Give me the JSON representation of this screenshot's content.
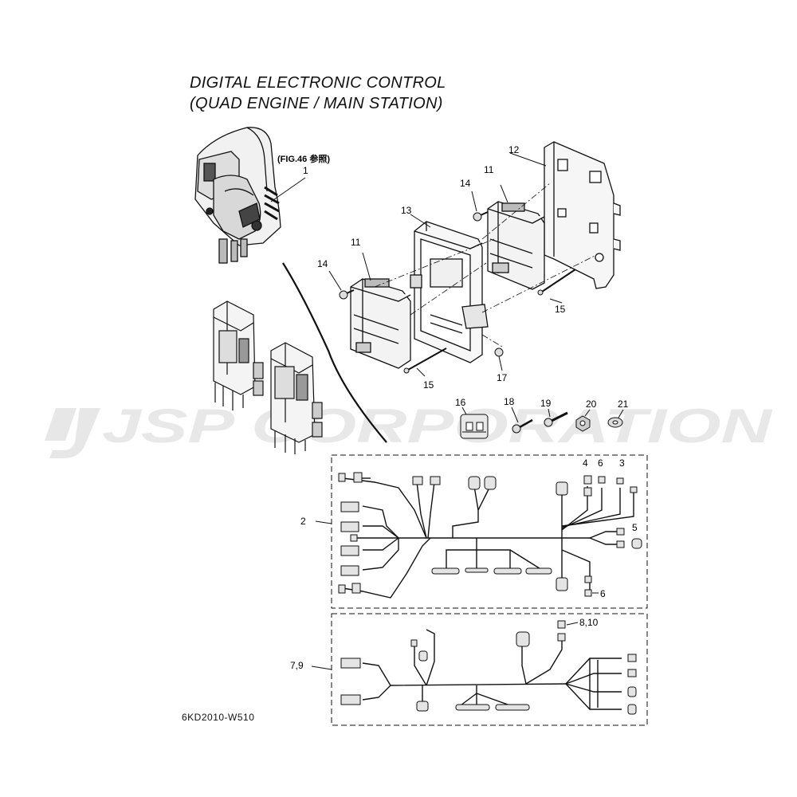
{
  "title": {
    "line1": "DIGITAL ELECTRONIC CONTROL",
    "line2": "(QUAD ENGINE / MAIN STATION)"
  },
  "reference": "(FIG.46 参照)",
  "watermark": "JSP CORPORATION",
  "diagram_code": "6KD2010-W510",
  "callouts": {
    "c1": "1",
    "c2": "2",
    "c3": "3",
    "c4": "4",
    "c5": "5",
    "c6a": "6",
    "c6b": "6",
    "c79": "7,9",
    "c810": "8,10",
    "c11a": "11",
    "c11b": "11",
    "c12": "12",
    "c13": "13",
    "c14a": "14",
    "c14b": "14",
    "c15a": "15",
    "c15b": "15",
    "c16": "16",
    "c17": "17",
    "c18": "18",
    "c19": "19",
    "c20": "20",
    "c21": "21"
  }
}
